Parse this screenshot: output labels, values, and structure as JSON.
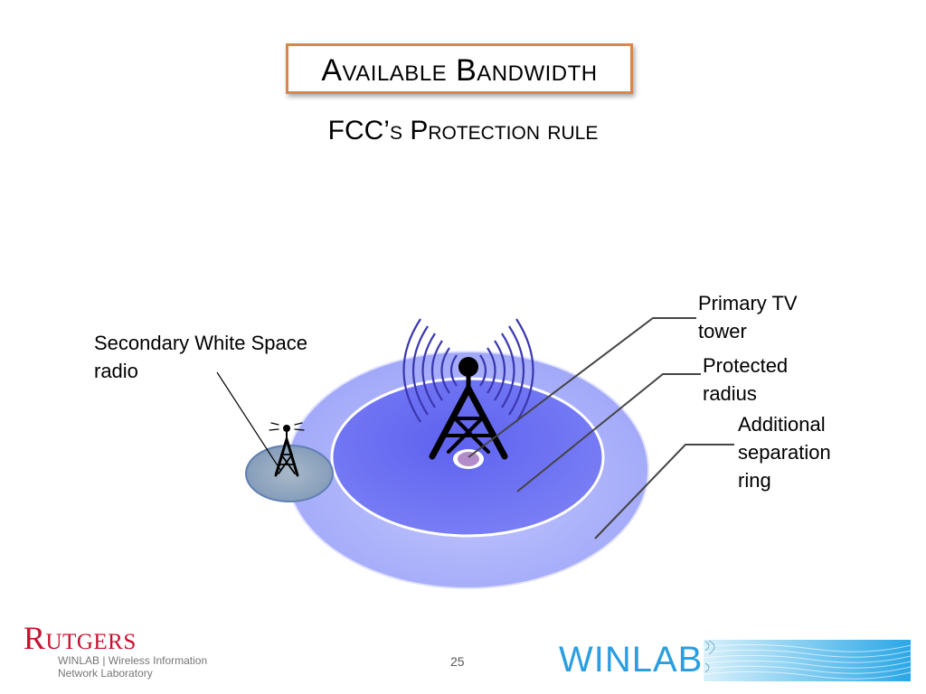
{
  "slide": {
    "title": "Available Bandwidth",
    "subtitle": "FCC’s Protection rule",
    "page_number": "25"
  },
  "diagram": {
    "labels": {
      "secondary": "Secondary White Space radio",
      "primary": "Primary TV tower",
      "protected": "Protected radius",
      "additional": "Additional separation ring"
    },
    "colors": {
      "outer_ring": "#aab0fb",
      "protected_disc": "#6f73f3",
      "secondary_disc": "#8fa6bf",
      "tower": "#000000",
      "radio_waves": "#3a37b0"
    }
  },
  "footer": {
    "rutgers": "Rutgers",
    "winlab_line1": "WINLAB | Wireless Information",
    "winlab_line2": "Network Laboratory",
    "winlab_logo": "WINLAB"
  }
}
